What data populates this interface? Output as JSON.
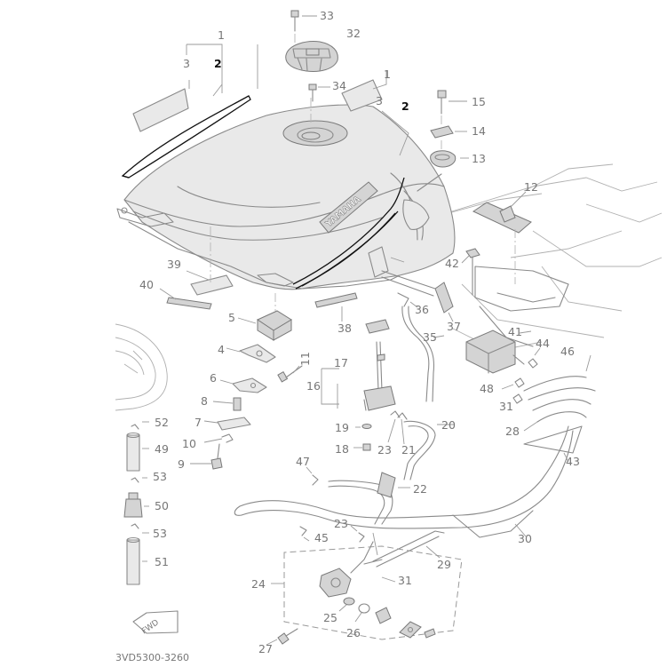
{
  "diagram": {
    "brand_label": "YAMAHA",
    "front_marker": "FWD",
    "drawing_code": "3VD5300-3260",
    "callouts": [
      {
        "id": "p1a",
        "text": "1"
      },
      {
        "id": "p1b",
        "text": "1"
      },
      {
        "id": "p2a",
        "text": "2",
        "bold": true
      },
      {
        "id": "p2b",
        "text": "2",
        "bold": true
      },
      {
        "id": "p3a",
        "text": "3"
      },
      {
        "id": "p3b",
        "text": "3"
      },
      {
        "id": "p4",
        "text": "4"
      },
      {
        "id": "p5",
        "text": "5"
      },
      {
        "id": "p6",
        "text": "6"
      },
      {
        "id": "p7",
        "text": "7"
      },
      {
        "id": "p8",
        "text": "8"
      },
      {
        "id": "p9",
        "text": "9"
      },
      {
        "id": "p10",
        "text": "10"
      },
      {
        "id": "p11",
        "text": "11"
      },
      {
        "id": "p12",
        "text": "12"
      },
      {
        "id": "p13",
        "text": "13"
      },
      {
        "id": "p14",
        "text": "14"
      },
      {
        "id": "p15",
        "text": "15"
      },
      {
        "id": "p16",
        "text": "16"
      },
      {
        "id": "p17",
        "text": "17"
      },
      {
        "id": "p18",
        "text": "18"
      },
      {
        "id": "p19",
        "text": "19"
      },
      {
        "id": "p20",
        "text": "20"
      },
      {
        "id": "p21",
        "text": "21"
      },
      {
        "id": "p22",
        "text": "22"
      },
      {
        "id": "p23a",
        "text": "23"
      },
      {
        "id": "p23b",
        "text": "23"
      },
      {
        "id": "p24",
        "text": "24"
      },
      {
        "id": "p25",
        "text": "25"
      },
      {
        "id": "p26",
        "text": "26"
      },
      {
        "id": "p27",
        "text": "27"
      },
      {
        "id": "p28",
        "text": "28"
      },
      {
        "id": "p29",
        "text": "29"
      },
      {
        "id": "p30",
        "text": "30"
      },
      {
        "id": "p31a",
        "text": "31"
      },
      {
        "id": "p31b",
        "text": "31"
      },
      {
        "id": "p32",
        "text": "32"
      },
      {
        "id": "p33",
        "text": "33"
      },
      {
        "id": "p34",
        "text": "34"
      },
      {
        "id": "p35",
        "text": "35"
      },
      {
        "id": "p36",
        "text": "36"
      },
      {
        "id": "p37",
        "text": "37"
      },
      {
        "id": "p38",
        "text": "38"
      },
      {
        "id": "p39",
        "text": "39"
      },
      {
        "id": "p40",
        "text": "40"
      },
      {
        "id": "p41",
        "text": "41"
      },
      {
        "id": "p42",
        "text": "42"
      },
      {
        "id": "p43",
        "text": "43"
      },
      {
        "id": "p44",
        "text": "44"
      },
      {
        "id": "p45",
        "text": "45"
      },
      {
        "id": "p46",
        "text": "46"
      },
      {
        "id": "p47",
        "text": "47"
      },
      {
        "id": "p48",
        "text": "48"
      },
      {
        "id": "p49",
        "text": "49"
      },
      {
        "id": "p50",
        "text": "50"
      },
      {
        "id": "p51",
        "text": "51"
      },
      {
        "id": "p52",
        "text": "52"
      },
      {
        "id": "p53a",
        "text": "53"
      },
      {
        "id": "p53b",
        "text": "53"
      }
    ]
  }
}
